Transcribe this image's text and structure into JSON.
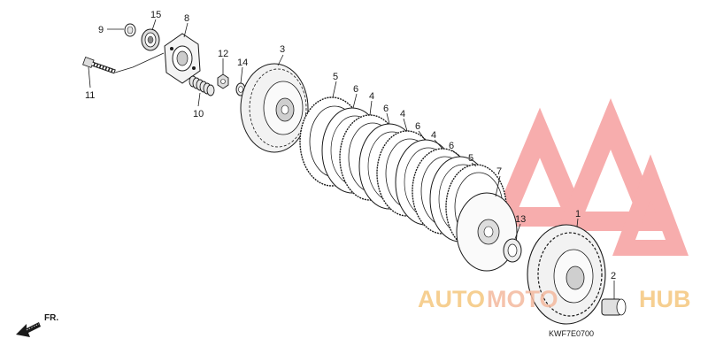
{
  "diagram_code": "KWF7E0700",
  "direction_label": "FR.",
  "watermark": {
    "brand_prefix": "AUTO",
    "brand_mid": "MOTO",
    "brand_suffix": "HUB",
    "accent_color": "#f26b6b",
    "text_color": "#f5c77e"
  },
  "callouts": {
    "c1": "1",
    "c2": "2",
    "c3": "3",
    "c4a": "4",
    "c4b": "4",
    "c4c": "4",
    "c5a": "5",
    "c5b": "5",
    "c6a": "6",
    "c6b": "6",
    "c6c": "6",
    "c6d": "6",
    "c7": "7",
    "c8": "8",
    "c9": "9",
    "c10": "10",
    "c11": "11",
    "c12": "12",
    "c13": "13",
    "c14": "14",
    "c15": "15"
  }
}
